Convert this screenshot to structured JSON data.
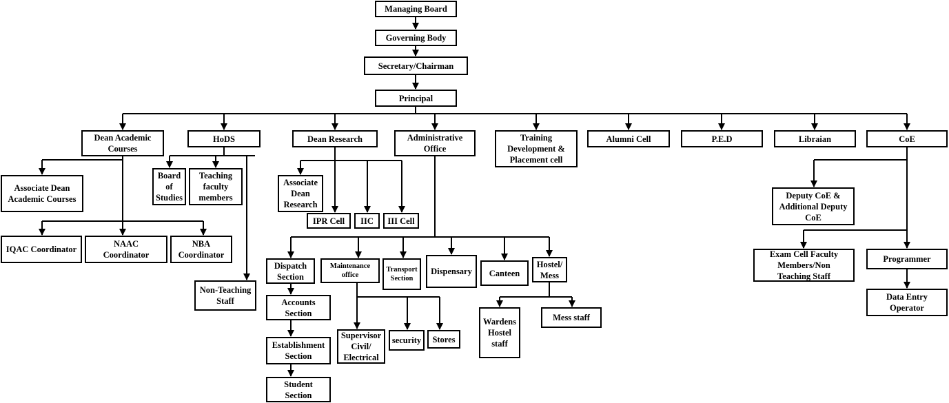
{
  "chart": {
    "managing_board": "Managing Board",
    "governing_body": "Governing Body",
    "secretary": "Secretary/Chairman",
    "principal": "Principal",
    "dean_academic": "Dean Academic\nCourses",
    "hods": "HoDS",
    "dean_research": "Dean Research",
    "admin_office": "Administrative\nOffice",
    "training": "Training\nDevelopment &\nPlacement cell",
    "alumni": "Alumni Cell",
    "ped": "P.E.D",
    "librarian": "Libraian",
    "coe": "CoE",
    "assoc_dean_academic": "Associate Dean\nAcademic Courses",
    "iqac": "IQAC Coordinator",
    "naac": "NAAC\nCoordinator",
    "nba": "NBA\nCoordinator",
    "board_of_studies": "Board\nof\nStudies",
    "teaching_faculty": "Teaching\nfaculty\nmembers",
    "non_teaching": "Non-Teaching\nStaff",
    "assoc_dean_research": "Associate\nDean\nResearch",
    "ipr_cell": "IPR Cell",
    "iic": "IIC",
    "iii_cell": "III Cell",
    "dispatch": "Dispatch\nSection",
    "accounts": "Accounts\nSection",
    "establishment": "Establishment\nSection",
    "student_section": "Student\nSection",
    "maintenance": "Maintenance\noffice",
    "supervisor": "Supervisor\nCivil/\nElectrical",
    "security": "security",
    "stores": "Stores",
    "transport": "Transport\nSection",
    "dispensary": "Dispensary",
    "canteen": "Canteen",
    "hostel_mess": "Hostel/\nMess",
    "wardens": "Wardens\nHostel\nstaff",
    "mess_staff": "Mess staff",
    "deputy_coe": "Deputy CoE &\nAdditional Deputy\nCoE",
    "exam_cell": "Exam Cell Faculty\nMembers/Non\nTeaching Staff",
    "programmer": "Programmer",
    "data_entry": "Data Entry\nOperator"
  }
}
